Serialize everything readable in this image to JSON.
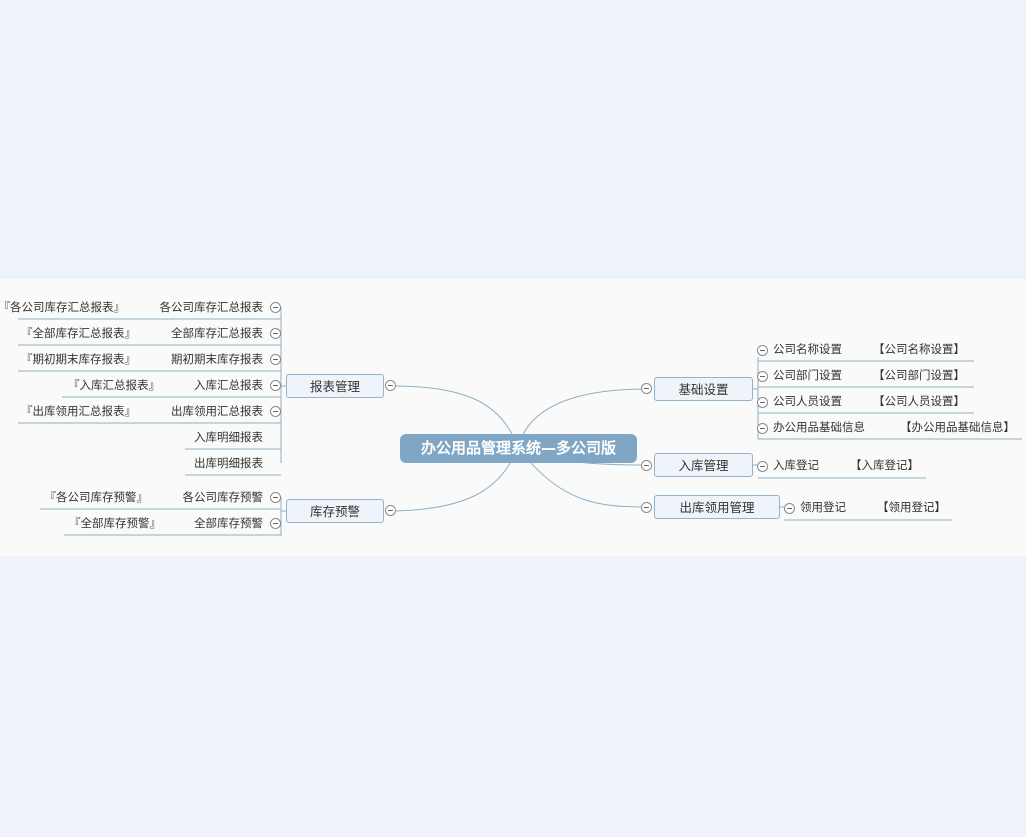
{
  "root": {
    "label": "办公用品管理系统—多公司版"
  },
  "branches": {
    "report": {
      "label": "报表管理",
      "items": [
        {
          "label": "各公司库存汇总报表",
          "target": "『各公司库存汇总报表』"
        },
        {
          "label": "全部库存汇总报表",
          "target": "『全部库存汇总报表』"
        },
        {
          "label": "期初期末库存报表",
          "target": "『期初期末库存报表』"
        },
        {
          "label": "入库汇总报表",
          "target": "『入库汇总报表』"
        },
        {
          "label": "出库领用汇总报表",
          "target": "『出库领用汇总报表』"
        },
        {
          "label": "入库明细报表",
          "target": ""
        },
        {
          "label": "出库明细报表",
          "target": ""
        }
      ]
    },
    "warning": {
      "label": "库存预警",
      "items": [
        {
          "label": "各公司库存预警",
          "target": "『各公司库存预警』"
        },
        {
          "label": "全部库存预警",
          "target": "『全部库存预警』"
        }
      ]
    },
    "basic": {
      "label": "基础设置",
      "items": [
        {
          "label": "公司名称设置",
          "target": "【公司名称设置】"
        },
        {
          "label": "公司部门设置",
          "target": "【公司部门设置】"
        },
        {
          "label": "公司人员设置",
          "target": "【公司人员设置】"
        },
        {
          "label": "办公用品基础信息",
          "target": "【办公用品基础信息】"
        }
      ]
    },
    "inbound": {
      "label": "入库管理",
      "items": [
        {
          "label": "入库登记",
          "target": "【入库登记】"
        }
      ]
    },
    "outbound": {
      "label": "出库领用管理",
      "items": [
        {
          "label": "领用登记",
          "target": "【领用登记】"
        }
      ]
    }
  },
  "colors": {
    "line": "#8fb0c6",
    "root": "#7fa6c4",
    "node_bg": "#eef4f9",
    "page_bg": "#eef2f9",
    "canvas_bg": "#fafafa"
  }
}
